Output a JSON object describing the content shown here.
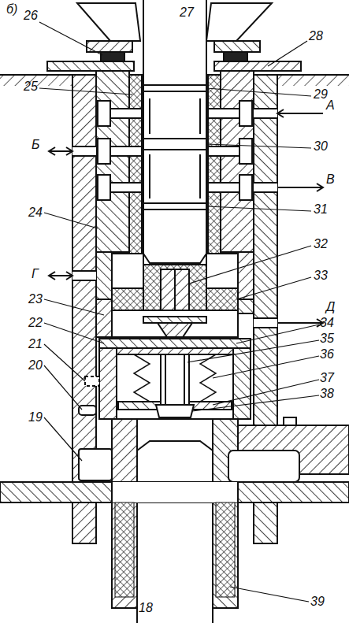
{
  "diagram": {
    "labels": [
      "б)",
      "27",
      "26",
      "28",
      "25",
      "29",
      "А",
      "Б",
      "30",
      "В",
      "24",
      "31",
      "32",
      "Г",
      "33",
      "23",
      "Д",
      "22",
      "34",
      "35",
      "21",
      "36",
      "37",
      "20",
      "38",
      "19",
      "18",
      "39"
    ]
  }
}
